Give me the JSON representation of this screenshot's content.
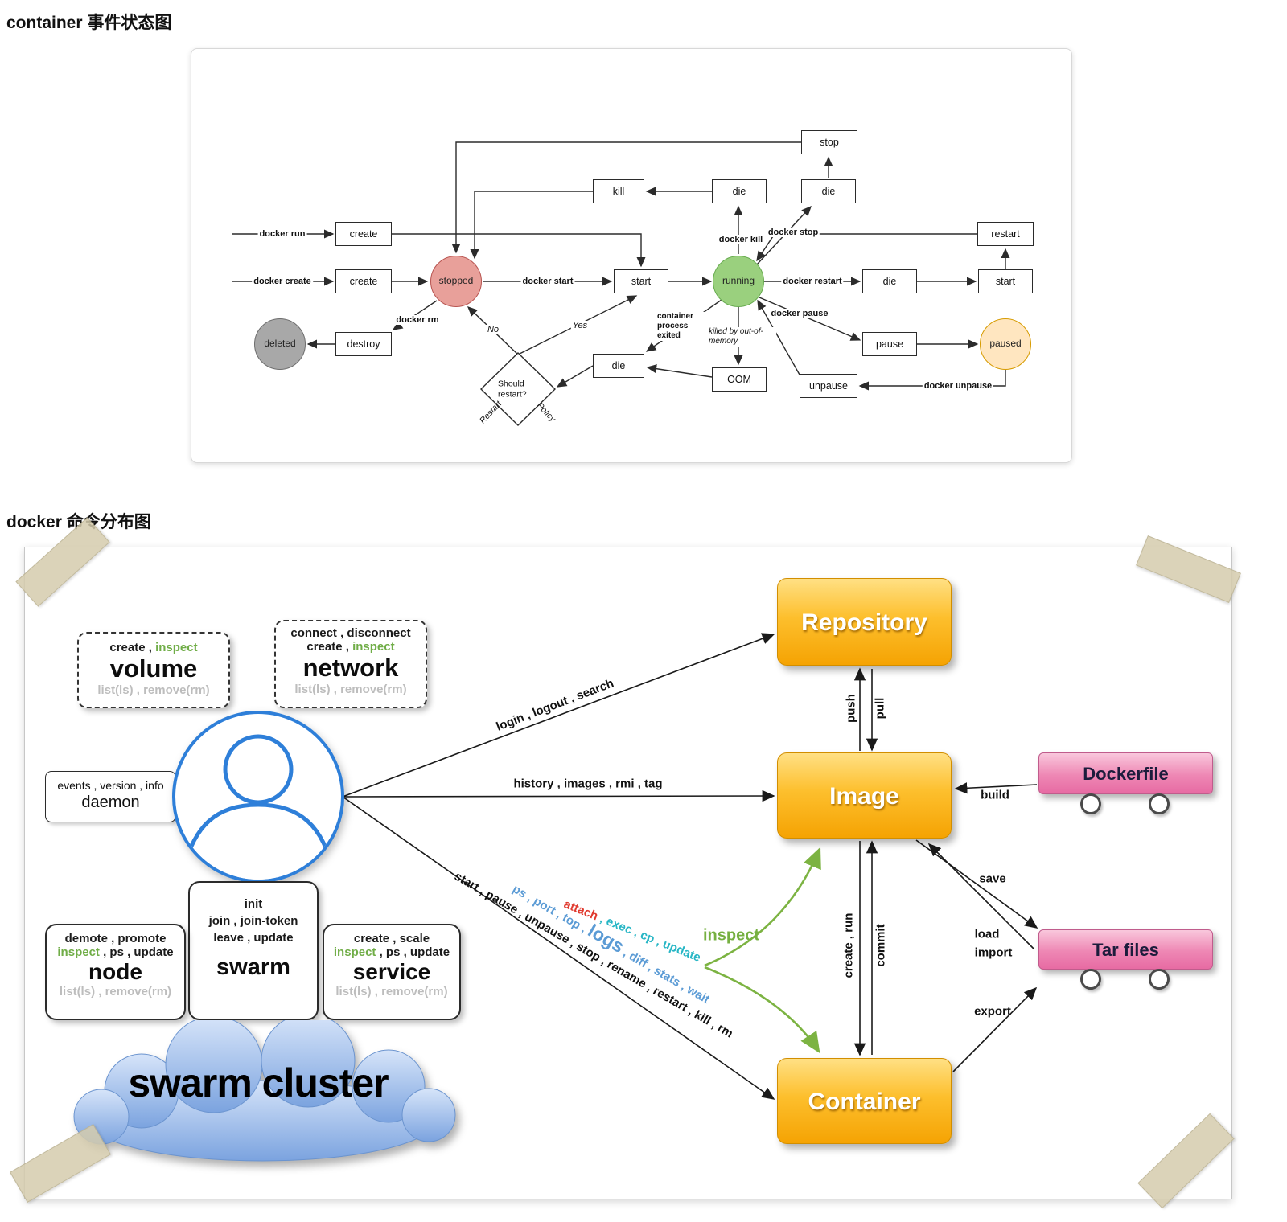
{
  "titles": {
    "state": "container 事件状态图",
    "commands": "docker 命令分布图"
  },
  "state_diagram": {
    "boxes": {
      "create": "create",
      "start": "start",
      "die": "die",
      "kill": "kill",
      "stop": "stop",
      "restart": "restart",
      "pause": "pause",
      "unpause": "unpause",
      "destroy": "destroy",
      "oom": "OOM"
    },
    "states": {
      "stopped": "stopped",
      "running": "running",
      "paused": "paused",
      "deleted": "deleted"
    },
    "diamond": "Should restart?",
    "labels": {
      "docker_run": "docker run",
      "docker_create": "docker create",
      "docker_start": "docker start",
      "docker_kill": "docker kill",
      "docker_stop": "docker stop",
      "docker_restart": "docker restart",
      "docker_pause": "docker pause",
      "docker_unpause": "docker unpause",
      "docker_rm": "docker rm",
      "no": "No",
      "yes": "Yes",
      "process_exited": "container process exited",
      "oom_killed": "killed by out-of-memory",
      "restart_word": "Restart",
      "policy_word": "Policy"
    }
  },
  "command_map": {
    "volume": {
      "create": "create , ",
      "inspect": "inspect",
      "name": "volume",
      "list": "list(ls) , remove(rm)"
    },
    "network": {
      "connect": "connect , disconnect",
      "create": "create , ",
      "inspect": "inspect",
      "name": "network",
      "list": "list(ls) , remove(rm)"
    },
    "daemon": {
      "cmds": "events , version , info",
      "name": "daemon"
    },
    "node": {
      "cmds": "demote , promote",
      "inspect": "inspect",
      "rest": " , ps , update",
      "name": "node",
      "list": "list(ls) , remove(rm)"
    },
    "swarm": {
      "l1": "init",
      "l2": "join , join-token",
      "l3": "leave , update",
      "name": "swarm"
    },
    "service": {
      "cmds": "create , scale",
      "inspect": "inspect",
      "rest": " , ps , update",
      "name": "service",
      "list": "list(ls) , remove(rm)"
    },
    "cloud": "swarm cluster",
    "entities": {
      "repository": "Repository",
      "image": "Image",
      "container": "Container",
      "dockerfile": "Dockerfile",
      "tar": "Tar files"
    },
    "edges": {
      "registry": "login , logout , search",
      "image": "history , images , rmi , tag",
      "container_black": "start , pause , unpause , stop , rename , restart , kill , rm",
      "blue_a": "ps , port , top , ",
      "blue_logs": "logs",
      "blue_b": " , diff , stats , wait",
      "attach": "attach",
      "teal": " , exec , cp , update",
      "push": "push",
      "pull": "pull",
      "create_run": "create , run",
      "commit": "commit",
      "build": "build",
      "save": "save",
      "load": "load",
      "import": "import",
      "export": "export",
      "inspect": "inspect"
    }
  }
}
